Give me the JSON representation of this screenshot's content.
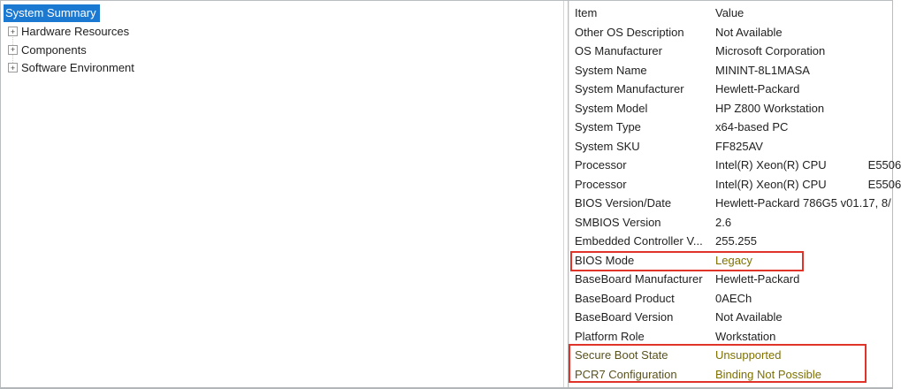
{
  "colors": {
    "selection_blue": "#1b79d2",
    "selection_text": "#ffffff",
    "highlight_olive": "#7e7100",
    "highlight_olive_dark": "#5a521c",
    "annotation_red": "#e03329",
    "text": "#1f1f1f"
  },
  "tree": {
    "expand_icon_glyph": "+",
    "items": [
      {
        "label": "System Summary",
        "selected": true,
        "expandable": false
      },
      {
        "label": "Hardware Resources",
        "selected": false,
        "expandable": true
      },
      {
        "label": "Components",
        "selected": false,
        "expandable": true
      },
      {
        "label": "Software Environment",
        "selected": false,
        "expandable": true
      }
    ]
  },
  "details": {
    "columns": [
      "Item",
      "Value"
    ],
    "rows": [
      {
        "item": "Other OS Description",
        "value": "Not Available"
      },
      {
        "item": "OS Manufacturer",
        "value": "Microsoft Corporation"
      },
      {
        "item": "System Name",
        "value": "MININT-8L1MASA"
      },
      {
        "item": "System Manufacturer",
        "value": "Hewlett-Packard"
      },
      {
        "item": "System Model",
        "value": "HP Z800 Workstation"
      },
      {
        "item": "System Type",
        "value": "x64-based PC"
      },
      {
        "item": "System SKU",
        "value": "FF825AV"
      },
      {
        "item": "Processor",
        "value": "Intel(R) Xeon(R) CPU             E5506"
      },
      {
        "item": "Processor",
        "value": "Intel(R) Xeon(R) CPU             E5506"
      },
      {
        "item": "BIOS Version/Date",
        "value": "Hewlett-Packard 786G5 v01.17, 8/"
      },
      {
        "item": "SMBIOS Version",
        "value": "2.6"
      },
      {
        "item": "Embedded Controller V...",
        "value": "255.255"
      },
      {
        "item": "BIOS Mode",
        "value": "Legacy",
        "value_highlight": true,
        "annotated": true
      },
      {
        "item": "BaseBoard Manufacturer",
        "value": "Hewlett-Packard"
      },
      {
        "item": "BaseBoard Product",
        "value": "0AECh"
      },
      {
        "item": "BaseBoard Version",
        "value": "Not Available"
      },
      {
        "item": "Platform Role",
        "value": "Workstation"
      },
      {
        "item": "Secure Boot State",
        "value": "Unsupported",
        "item_highlight": true,
        "value_highlight": true,
        "annotated": true
      },
      {
        "item": "PCR7 Configuration",
        "value": "Binding Not Possible",
        "item_highlight": true,
        "value_highlight": true,
        "annotated": true
      }
    ]
  }
}
